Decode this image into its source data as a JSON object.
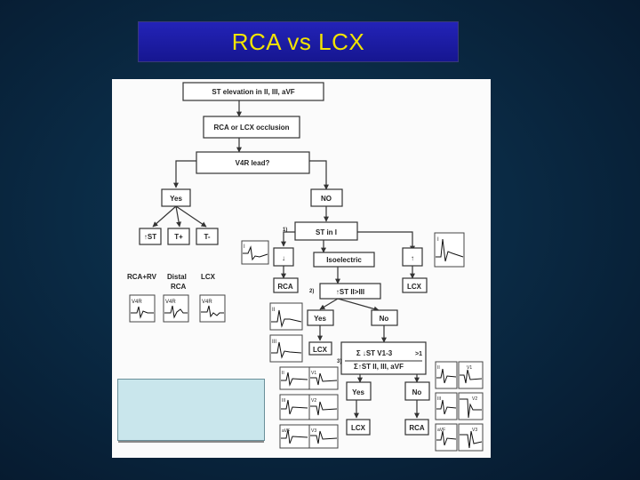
{
  "slide": {
    "title": "RCA vs LCX"
  },
  "flowchart": {
    "n_start": "ST elevation in II, III, aVF",
    "n_occlusion": "RCA or LCX occlusion",
    "n_v4r": "V4R lead?",
    "n_yes": "Yes",
    "n_no": "NO",
    "n_st_up": "↑ST",
    "n_t_plus": "T+",
    "n_t_minus": "T-",
    "lbl_rca_rv": "RCA+RV",
    "lbl_distal_1": "Distal",
    "lbl_distal_2": "RCA",
    "lbl_lcx": "LCX",
    "n_st_in_i": "ST in I",
    "step1": "1)",
    "n_down": "↓",
    "n_isoelectric": "Isoelectric",
    "n_up": "↑",
    "n_rca_left": "RCA",
    "n_lcx_right": "LCX",
    "step2": "2)",
    "n_st_ratio": "↑ST II>III",
    "n_yes2": "Yes",
    "n_no2": "No",
    "n_lcx_mid": "LCX",
    "step3": "3)",
    "eq_top": "Σ ↓ST V1-3",
    "eq_gt": ">1",
    "eq_bottom": "Σ↑ST II, III, aVF",
    "n_yes3": "Yes",
    "n_no3": "No",
    "n_lcx_bottom": "LCX",
    "n_rca_bottom": "RCA",
    "ecg_v4r": "V4R",
    "ecg_i": "I",
    "ecg_ii": "II",
    "ecg_iii": "III",
    "ecg_avf": "aVF",
    "ecg_v1": "V1",
    "ecg_v2": "V2",
    "ecg_v3": "V3"
  }
}
